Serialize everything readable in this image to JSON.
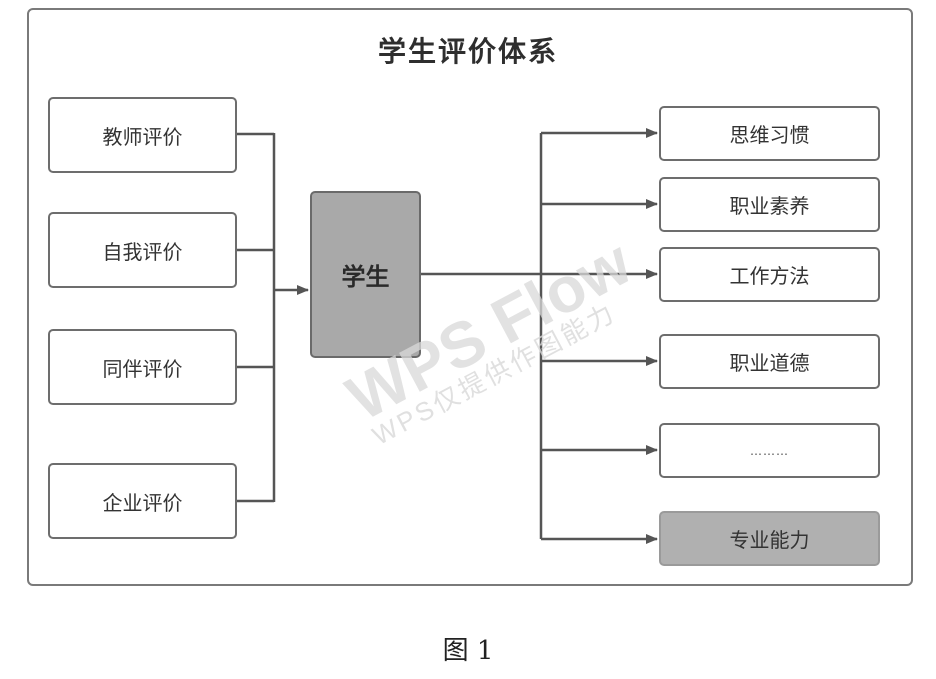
{
  "diagram": {
    "title": "学生评价体系",
    "center_node": "学生",
    "inputs": [
      "教师评价",
      "自我评价",
      "同伴评价",
      "企业评价"
    ],
    "outputs": [
      "思维习惯",
      "职业素养",
      "工作方法",
      "职业道德",
      "………",
      "专业能力"
    ],
    "highlighted_output": "专业能力",
    "colors": {
      "border": "#6d6d6d",
      "center_fill": "#a9a9a9",
      "highlight_fill": "#b0b0b0",
      "line": "#555555"
    }
  },
  "watermark": {
    "main": "WPS Flow",
    "sub": "WPS仅提供作图能力"
  },
  "caption": "图 1"
}
